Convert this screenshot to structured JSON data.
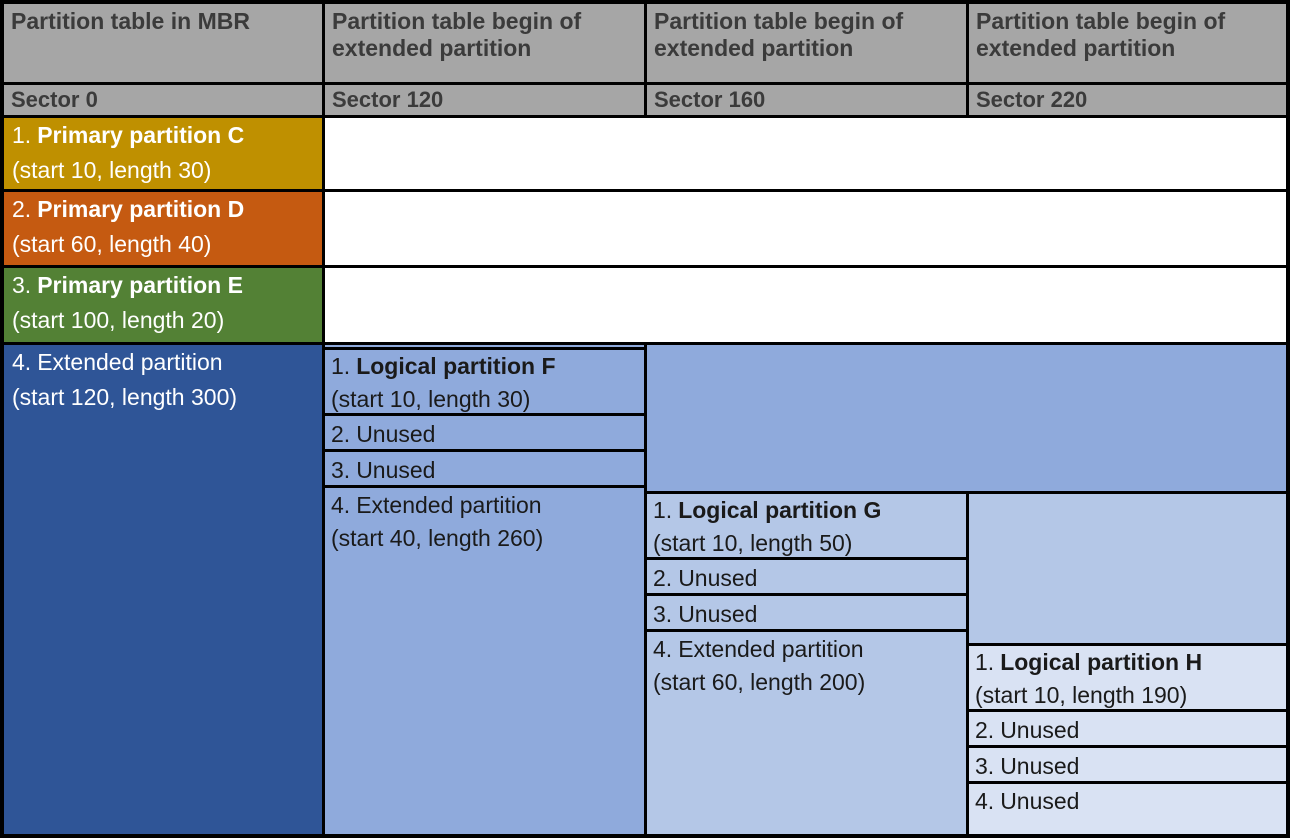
{
  "columns_headers": [
    {
      "title": "Partition table in MBR",
      "sector": "Sector 0"
    },
    {
      "title": "Partition table begin of extended partition",
      "sector": "Sector 120"
    },
    {
      "title": "Partition table begin of extended partition",
      "sector": "Sector 160"
    },
    {
      "title": "Partition table begin of extended partition",
      "sector": "Sector 220"
    }
  ],
  "mbr": {
    "entries": [
      {
        "num": "1.",
        "name": "Primary partition C",
        "detail": "(start 10, length 30)"
      },
      {
        "num": "2.",
        "name": "Primary partition D",
        "detail": "(start 60, length 40)"
      },
      {
        "num": "3.",
        "name": "Primary partition E",
        "detail": "(start 100, length 20)"
      },
      {
        "num": "4.",
        "name": "Extended partition",
        "detail": "(start 120, length 300)"
      }
    ]
  },
  "ext1": {
    "entries": [
      {
        "num": "1.",
        "name": "Logical partition F",
        "detail": "(start 10, length 30)"
      },
      {
        "num": "2.",
        "name": "Unused"
      },
      {
        "num": "3.",
        "name": "Unused"
      },
      {
        "num": "4.",
        "name": "Extended partition",
        "detail": "(start 40, length 260)"
      }
    ]
  },
  "ext2": {
    "entries": [
      {
        "num": "1.",
        "name": "Logical partition G",
        "detail": "(start 10, length 50)"
      },
      {
        "num": "2.",
        "name": "Unused"
      },
      {
        "num": "3.",
        "name": "Unused"
      },
      {
        "num": "4.",
        "name": "Extended partition",
        "detail": "(start 60, length 200)"
      }
    ]
  },
  "ext3": {
    "entries": [
      {
        "num": "1.",
        "name": "Logical partition H",
        "detail": "(start 10, length 190)"
      },
      {
        "num": "2.",
        "name": "Unused"
      },
      {
        "num": "3.",
        "name": "Unused"
      },
      {
        "num": "4.",
        "name": "Unused"
      }
    ]
  },
  "colors": {
    "header_bg": "#A6A6A6",
    "header_text": "#3B3B3B",
    "primary_c": "#BF9000",
    "primary_d": "#C55A11",
    "primary_e": "#538135",
    "extended": "#2F5597",
    "ext_level1": "#8FAADC",
    "ext_level2": "#B4C7E7",
    "ext_level3": "#D9E2F3",
    "white_cell": "#FFFFFF",
    "border": "#000000",
    "colored_cell_text": "#FFFFFF",
    "body_text": "#1A1A1A"
  }
}
